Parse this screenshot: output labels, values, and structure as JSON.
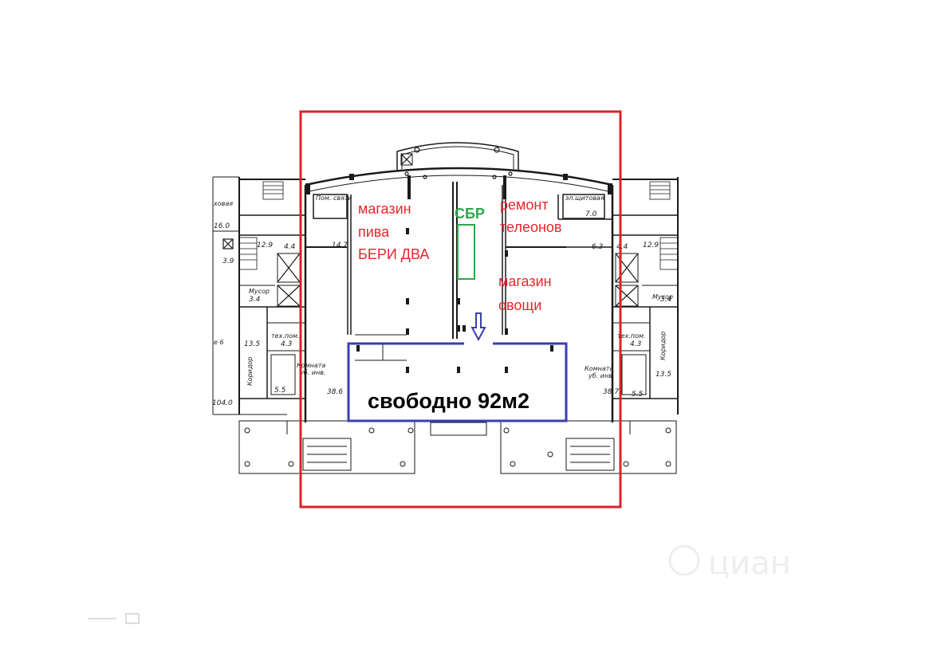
{
  "shops": {
    "beer_line1": "магазин",
    "beer_line2": "пива",
    "beer_line3": "БЕРИ ДВА",
    "sber": "СБР",
    "phone_line1": "ремонт",
    "phone_line2": "телеонов",
    "veg_line1": "магазин",
    "veg_line2": "овощи"
  },
  "free_space": {
    "label": "свободно 92м2"
  },
  "plan_labels": {
    "left_corner": "ховая",
    "pom_svyazi": "Пом. связи",
    "el_shchitovoy": "эл.щитовая",
    "musor_left": "Мусор",
    "musor_right": "Мусор",
    "tekh_pom_left": "тех.пом.",
    "tekh_pom_right": "тех.пом.",
    "komnata_left": "Комната",
    "komnata_right": "Комната",
    "ubor_left": "уб. инв.",
    "ubor_right": "уб. инв.",
    "koridor_left": "Коридор",
    "koridor_right": "Коридор",
    "left_edge_6": "е 6"
  },
  "areas": {
    "a16_0": "16.0",
    "a12_9_left": "12.9",
    "a4_4_left": "4.4",
    "a14_7": "14.7",
    "a3_9": "3.9",
    "a3_4_left": "3.4",
    "a13_5_left": "13.5",
    "a4_3_left": "4.3",
    "a5_5_left": "5.5",
    "a38_6": "38.6",
    "a104_0": "104.0",
    "a7_0": "7.0",
    "a4_4_right": "4.4",
    "a12_9_right": "12.9",
    "a6_3": "6.3",
    "a3_4_right": "3.4",
    "a4_3_right": "4.3",
    "a13_5_right": "13.5",
    "a38_7": "38.7",
    "a5_5_right": "5.5"
  },
  "watermark": {
    "text": "циан"
  },
  "colors": {
    "red_frame": "#d8232a",
    "blue_frame": "#3a3fae",
    "green_frame": "#2aa84a",
    "wall": "#1a1a1a",
    "label_red": "#e8262d"
  }
}
